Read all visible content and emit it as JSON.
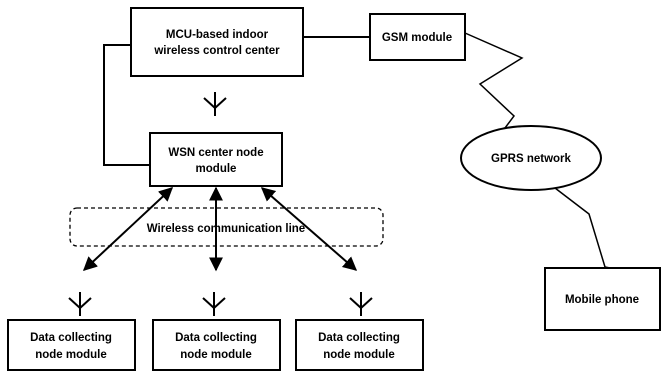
{
  "nodes": {
    "mcu": {
      "line1": "MCU-based indoor",
      "line2": "wireless control center"
    },
    "gsm": {
      "label": "GSM module"
    },
    "wsn": {
      "line1": "WSN center node",
      "line2": "module"
    },
    "gprs": {
      "label": "GPRS network"
    },
    "mobile": {
      "label": "Mobile phone"
    },
    "wireless_line": {
      "label": "Wireless communication line"
    },
    "data_nodes": [
      {
        "line1": "Data collecting",
        "line2": "node module"
      },
      {
        "line1": "Data collecting",
        "line2": "node module"
      },
      {
        "line1": "Data collecting",
        "line2": "node module"
      }
    ]
  }
}
